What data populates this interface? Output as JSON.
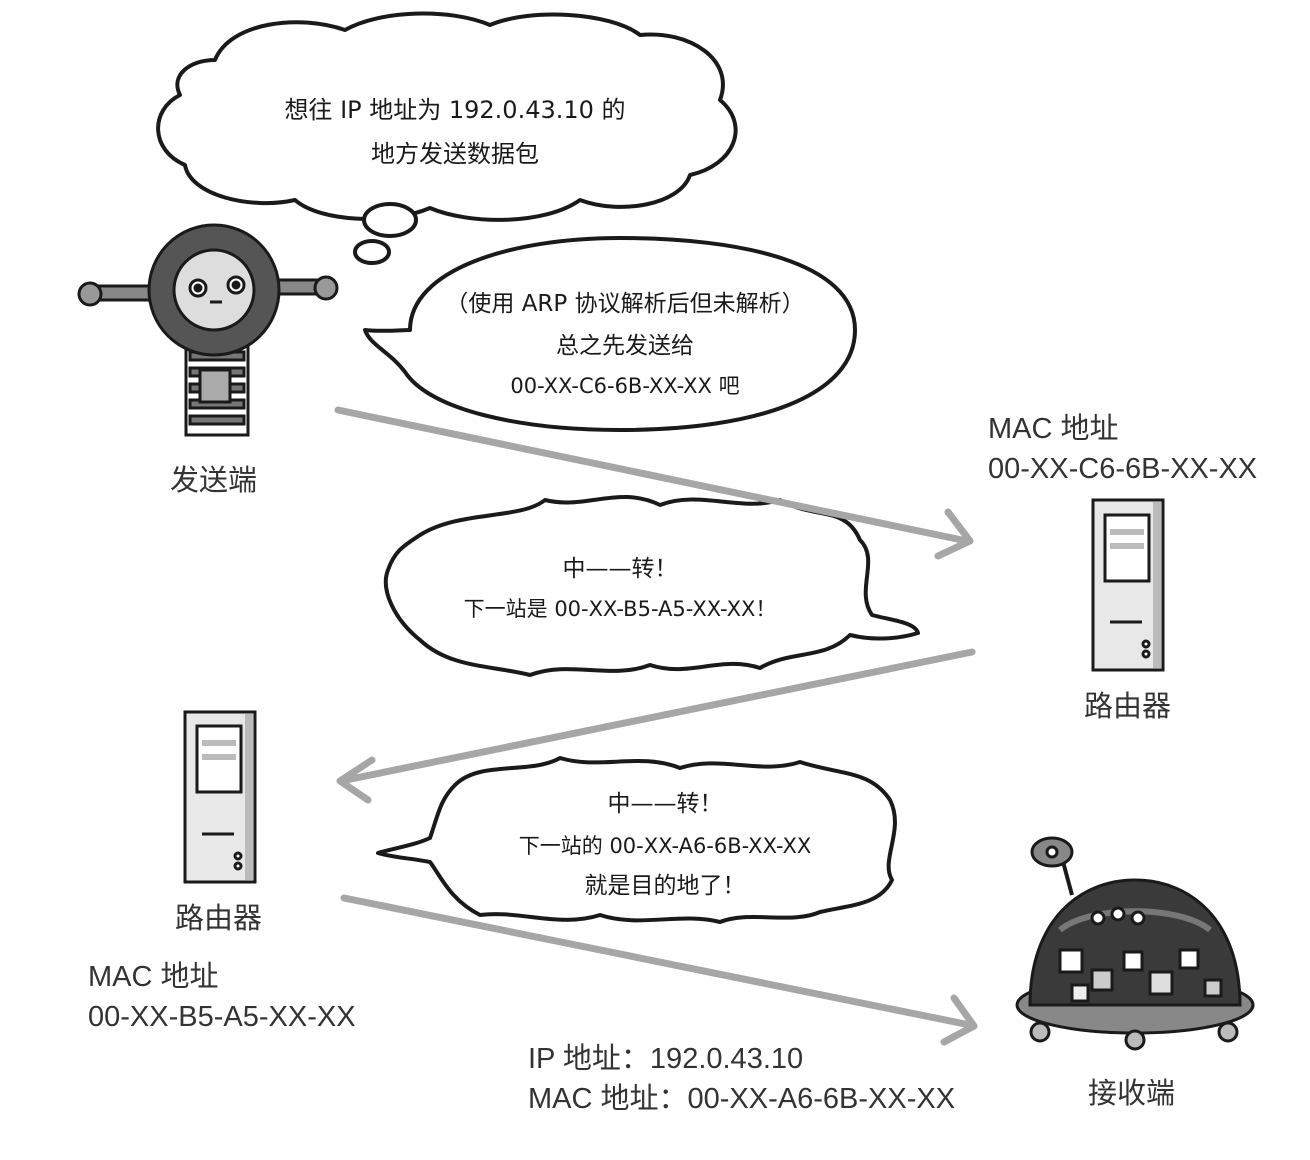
{
  "sender": {
    "label": "发送端",
    "thought_line1": "想往 IP 地址为 192.0.43.10 的",
    "thought_line2": "地方发送数据包",
    "speech_line1": "（使用 ARP 协议解析后但未解析）",
    "speech_line2": "总之先发送给",
    "speech_line3": "00-XX-C6-6B-XX-XX 吧"
  },
  "router1": {
    "mac_label": "MAC 地址",
    "mac_value": "00-XX-C6-6B-XX-XX",
    "label": "路由器",
    "speech_line1": "中——转！",
    "speech_line2": "下一站是 00-XX-B5-A5-XX-XX！"
  },
  "router2": {
    "label": "路由器",
    "mac_label": "MAC 地址",
    "mac_value": "00-XX-B5-A5-XX-XX",
    "speech_line1": "中——转！",
    "speech_line2": "下一站的 00-XX-A6-6B-XX-XX",
    "speech_line3": "就是目的地了！"
  },
  "receiver": {
    "label": "接收端",
    "ip_line": "IP 地址：192.0.43.10",
    "mac_line": "MAC 地址：00-XX-A6-6B-XX-XX"
  },
  "colors": {
    "arrow": "#a6a6a6",
    "outline": "#1a1a1a",
    "robot_body": "#555555",
    "server_body": "#e8e8e8"
  }
}
